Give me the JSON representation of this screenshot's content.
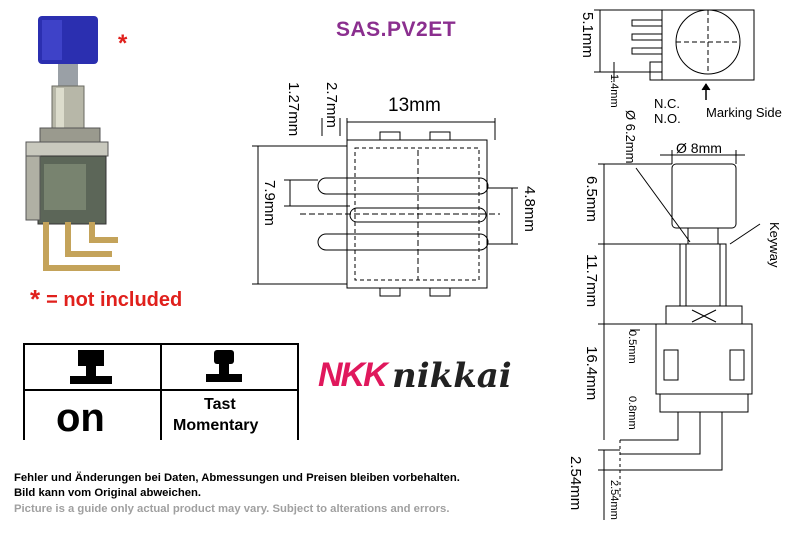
{
  "title": "SAS.PV2ET",
  "asterisk": "*",
  "not_included": "= not included",
  "switch_modes": {
    "on": "on",
    "momentary_line1": "Tast",
    "momentary_line2": "Momentary"
  },
  "logo": {
    "mark": "NKK",
    "name": "nikkai"
  },
  "disclaimer": {
    "line1": "Fehler und Änderungen bei Daten, Abmessungen und Preisen bleiben vorbehalten.",
    "line2": "Bild kann vom Original abweichen.",
    "line3": "Picture is a guide only actual product may vary. Subject to alterations and errors."
  },
  "footprint_dims": {
    "width": "13mm",
    "height": "7.9mm",
    "pitch_v": "1.27mm",
    "pitch_h": "2.7mm",
    "pin_span": "4.8mm"
  },
  "side_dims": {
    "top_height": "5.1mm",
    "pin_offset": "1.4mm",
    "nc": "N.C.",
    "no": "N.O.",
    "marking_side": "Marking Side",
    "cap_dia": "Ø 8mm",
    "shaft_dia": "Ø 6.2mm",
    "cap_height": "6.5mm",
    "keyway": "Keyway",
    "bushing_height": "11.7mm",
    "body_height": "16.4mm",
    "pin_width": "0.5mm",
    "pin_thick": "0.8mm",
    "pitch1": "2.54mm",
    "pitch2": "2.54mm"
  },
  "colors": {
    "title": "#8b2f8f",
    "accent_red": "#e0201c",
    "cap_blue": "#2b2fb0",
    "logo_pink": "#e0185c"
  }
}
